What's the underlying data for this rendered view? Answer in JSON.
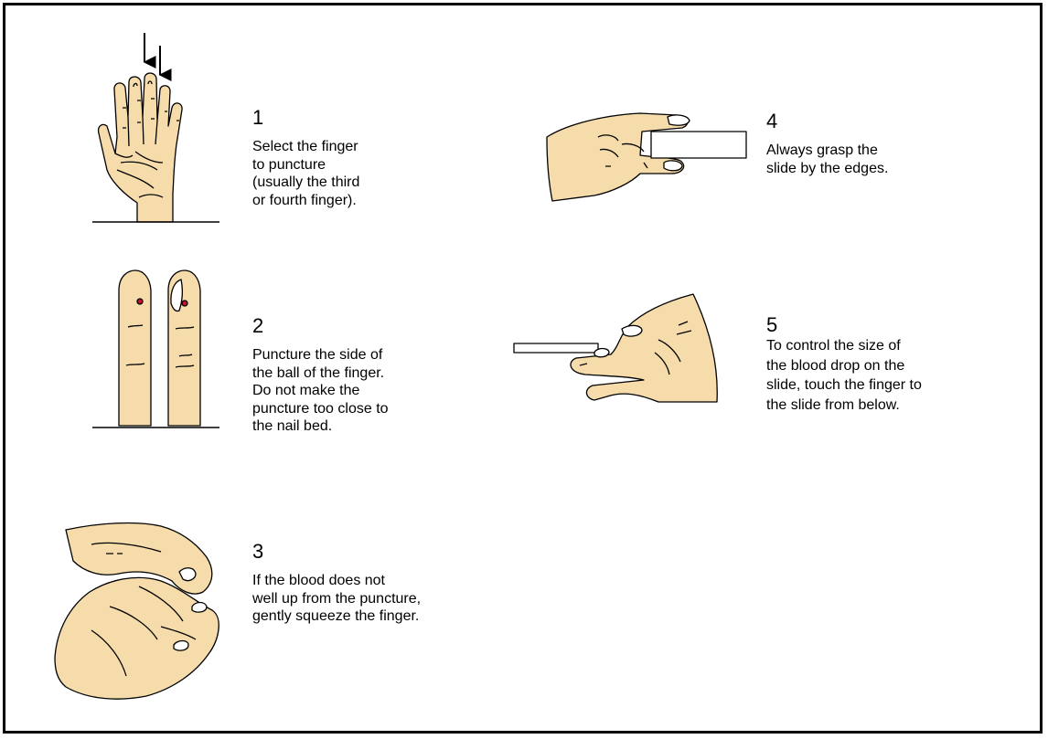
{
  "skin_color": "#F5DCAA",
  "puncture_color": "#C8102E",
  "steps": [
    {
      "number": "1",
      "text": "Select the finger\nto puncture\n(usually the third\nor fourth finger)."
    },
    {
      "number": "2",
      "text": "Puncture the side of\nthe ball of the finger.\nDo not make the\npuncture too close to\nthe nail bed."
    },
    {
      "number": "3",
      "text": "If the blood does not\nwell up from the puncture,\ngently squeeze the finger."
    },
    {
      "number": "4",
      "text": "Always grasp the\nslide by the edges."
    },
    {
      "number": "5",
      "text": "To control the size of\nthe blood drop on the\nslide, touch the finger to\nthe slide from below."
    }
  ]
}
